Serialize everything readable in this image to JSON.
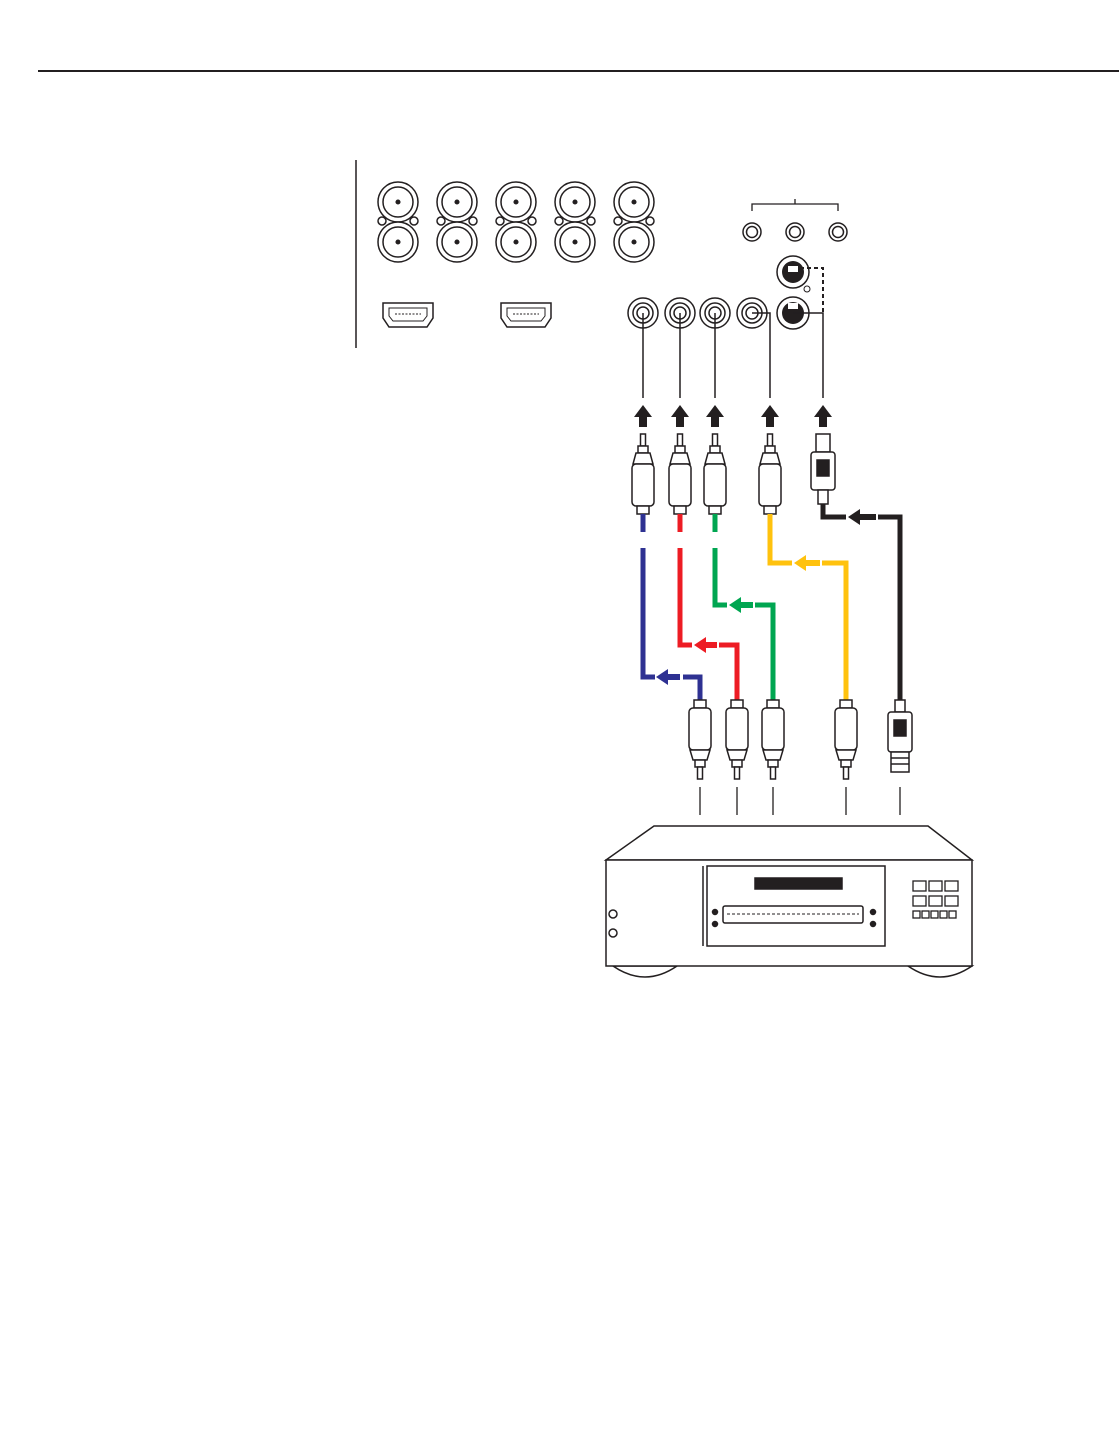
{
  "diagram": {
    "description_text": "",
    "colors": {
      "blue": "#2E3192",
      "red": "#ED1C24",
      "green": "#00A651",
      "yellow": "#FFC20E",
      "black": "#231F20",
      "outline": "#231F20",
      "background": "#ffffff"
    },
    "cables": [
      {
        "id": "component-pb",
        "color": "blue"
      },
      {
        "id": "component-pr",
        "color": "red"
      },
      {
        "id": "component-y",
        "color": "green"
      },
      {
        "id": "composite-video",
        "color": "yellow"
      },
      {
        "id": "s-video",
        "color": "black"
      }
    ]
  }
}
